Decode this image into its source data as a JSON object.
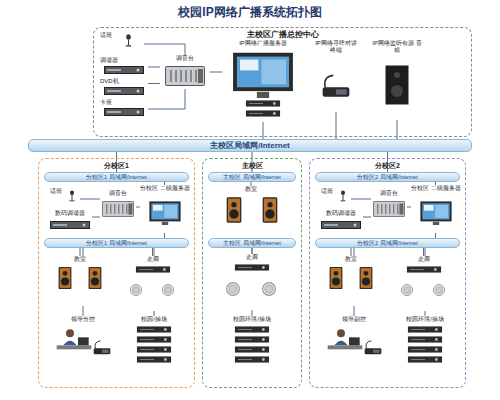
{
  "diagram": {
    "title": "校园IP网络广播系统拓扑图",
    "nodes": [
      {
        "text": [
          "主校区广播总控中心"
        ]
      },
      {
        "text": [
          "话筒"
        ],
        "in": 0
      },
      {
        "text": [
          "调谐器"
        ],
        "in": 0
      },
      {
        "text": [
          "DVD机"
        ],
        "in": 0
      },
      {
        "text": [
          "卡座"
        ],
        "in": 0
      },
      {
        "text": [
          "调音台"
        ],
        "in": 0
      },
      {
        "text": [
          "IP网络广播服务器"
        ],
        "in": 0
      },
      {
        "text": [
          "IP网络寻呼对讲 终端"
        ],
        "in": 0
      },
      {
        "text": [
          "IP网络监听有源 音箱"
        ],
        "in": 0
      },
      {
        "text": [
          "主校区局域网/Internet"
        ]
      },
      {
        "text": [
          "分校区1"
        ]
      },
      {
        "text": [
          "分校区1 局域网/Internet"
        ],
        "in": 10
      },
      {
        "text": [
          "话筒"
        ],
        "in": 10
      },
      {
        "text": [
          "数码调谐器"
        ],
        "in": 10
      },
      {
        "text": [
          "调音台"
        ],
        "in": 10
      },
      {
        "text": [
          "分校区 二级服务器"
        ],
        "in": 10
      },
      {
        "text": [
          "分校区1 局域网/Internet"
        ],
        "in": 10
      },
      {
        "text": [
          "教室"
        ],
        "in": 10
      },
      {
        "text": [
          "走廊"
        ],
        "in": 10
      },
      {
        "text": [
          "领导分控"
        ],
        "in": 10
      },
      {
        "text": [
          "校园/操场"
        ],
        "in": 10
      },
      {
        "text": [
          "主校区"
        ]
      },
      {
        "text": [
          "主校区 局域网/Internet"
        ],
        "in": 21
      },
      {
        "text": [
          "教室"
        ],
        "in": 21
      },
      {
        "text": [
          "主校区 局域网/Internet"
        ],
        "in": 21
      },
      {
        "text": [
          "走廊"
        ],
        "in": 21
      },
      {
        "text": [
          "校园环境/操场"
        ],
        "in": 21
      },
      {
        "text": [
          "分校区2"
        ]
      },
      {
        "text": [
          "分校区2 局域网/Internet"
        ],
        "in": 27
      },
      {
        "text": [
          "话筒"
        ],
        "in": 27
      },
      {
        "text": [
          "数码调谐器"
        ],
        "in": 27
      },
      {
        "text": [
          "调音台"
        ],
        "in": 27
      },
      {
        "text": [
          "分校区 二级服务器"
        ],
        "in": 27
      },
      {
        "text": [
          "分校区2 局域网/Internet"
        ],
        "in": 27
      },
      {
        "text": [
          "教室"
        ],
        "in": 27
      },
      {
        "text": [
          "走廊"
        ],
        "in": 27
      },
      {
        "text": [
          "领导副控"
        ],
        "in": 27
      },
      {
        "text": [
          "校园环境/操场"
        ],
        "in": 27
      }
    ],
    "edges": [
      {
        "from": 1,
        "to": 5,
        "arrow": "none"
      },
      {
        "from": 2,
        "to": 5,
        "arrow": "none"
      },
      {
        "from": 3,
        "to": 5,
        "arrow": "none"
      },
      {
        "from": 4,
        "to": 5,
        "arrow": "none"
      },
      {
        "from": 5,
        "to": 6,
        "arrow": "none"
      },
      {
        "from": 6,
        "to": 9,
        "arrow": "none"
      },
      {
        "from": 7,
        "to": 9,
        "arrow": "none"
      },
      {
        "from": 8,
        "to": 9,
        "arrow": "none"
      },
      {
        "from": 9,
        "to": 11,
        "arrow": "none"
      },
      {
        "from": 9,
        "to": 22,
        "arrow": "none"
      },
      {
        "from": 9,
        "to": 28,
        "arrow": "none"
      },
      {
        "from": 11,
        "to": 15,
        "arrow": "none"
      },
      {
        "from": 12,
        "to": 14,
        "arrow": "none"
      },
      {
        "from": 13,
        "to": 14,
        "arrow": "none"
      },
      {
        "from": 14,
        "to": 15,
        "arrow": "none"
      },
      {
        "from": 15,
        "to": 16,
        "arrow": "none"
      },
      {
        "from": 16,
        "to": 17,
        "arrow": "none"
      },
      {
        "from": 16,
        "to": 18,
        "arrow": "none"
      },
      {
        "from": 16,
        "to": 19,
        "arrow": "none"
      },
      {
        "from": 16,
        "to": 20,
        "arrow": "none"
      },
      {
        "from": 22,
        "to": 23,
        "arrow": "none"
      },
      {
        "from": 24,
        "to": 25,
        "arrow": "none"
      },
      {
        "from": 24,
        "to": 26,
        "arrow": "none"
      },
      {
        "from": 28,
        "to": 32,
        "arrow": "none"
      },
      {
        "from": 29,
        "to": 31,
        "arrow": "none"
      },
      {
        "from": 30,
        "to": 31,
        "arrow": "none"
      },
      {
        "from": 31,
        "to": 32,
        "arrow": "none"
      },
      {
        "from": 32,
        "to": 33,
        "arrow": "none"
      },
      {
        "from": 33,
        "to": 34,
        "arrow": "none"
      },
      {
        "from": 33,
        "to": 35,
        "arrow": "none"
      },
      {
        "from": 33,
        "to": 36,
        "arrow": "none"
      },
      {
        "from": 33,
        "to": 37,
        "arrow": "none"
      }
    ]
  }
}
